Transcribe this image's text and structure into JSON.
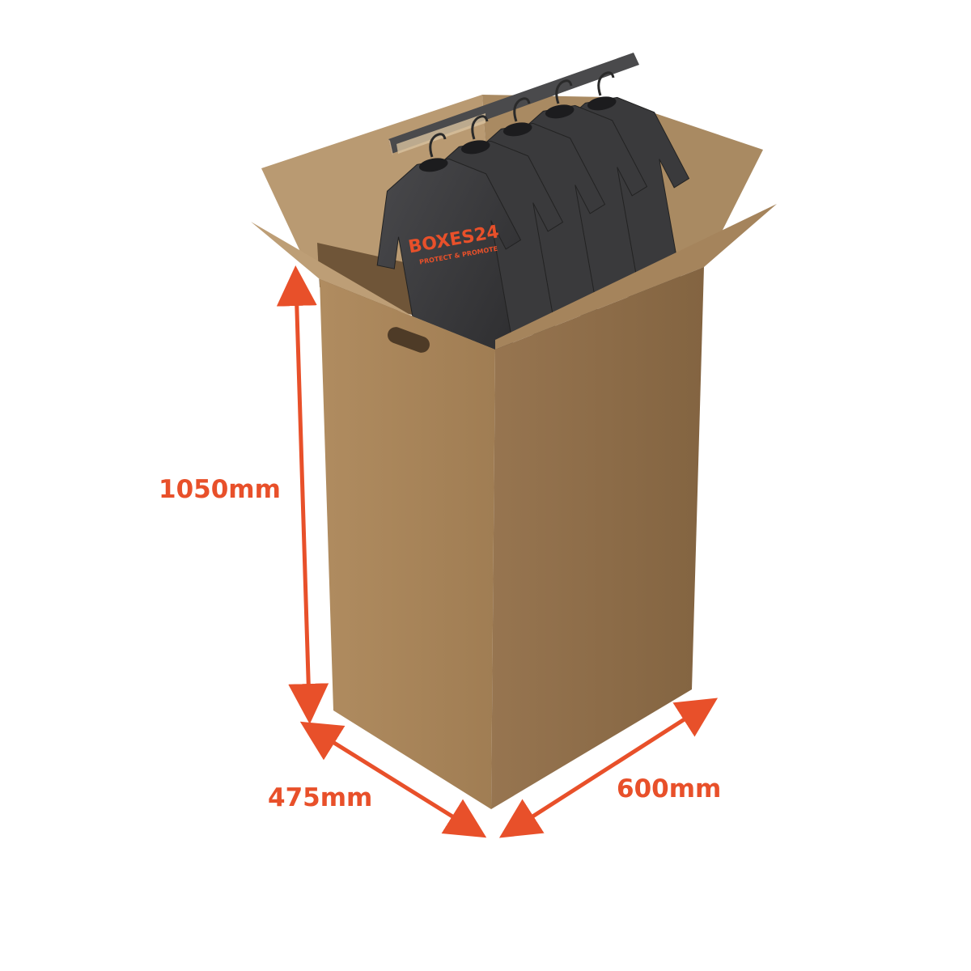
{
  "product": {
    "dimensions": {
      "height": "1050mm",
      "depth": "475mm",
      "width": "600mm"
    },
    "shirt_print": {
      "brand_text": "BOXES24",
      "tagline": "PROTECT & PROMOTE"
    },
    "shirt_count": 5
  },
  "colors": {
    "accent": "#e8502a",
    "box_front": "#a8845a",
    "box_side": "#8c6d48",
    "flap": "#b99a72",
    "interior": "#7f6344",
    "shirt": "#3a3a3c",
    "rail": "#4a4a4c"
  }
}
